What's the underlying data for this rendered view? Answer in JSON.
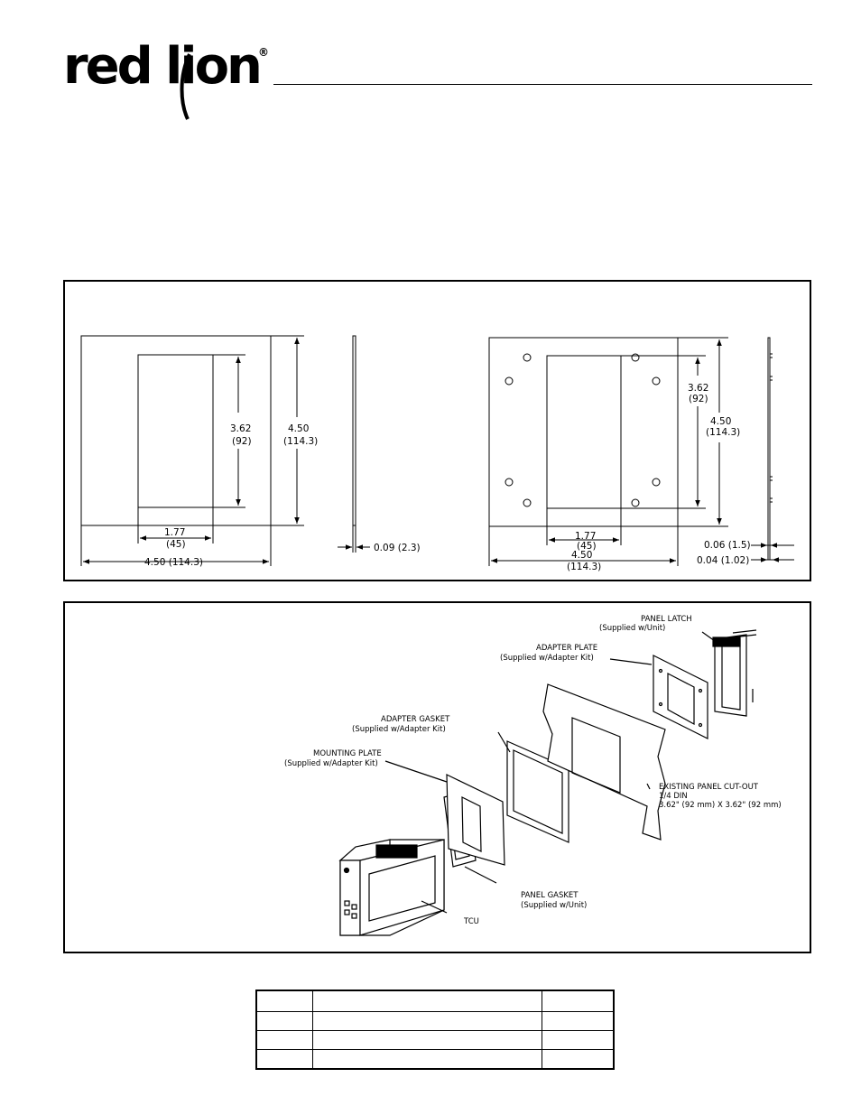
{
  "logo": {
    "text": "red lion",
    "registered_mark": "®"
  },
  "dimension_drawing": {
    "left_plate": {
      "cutout_height": "3.62",
      "cutout_height_mm": "(92)",
      "plate_height": "4.50",
      "plate_height_mm": "(114.3)",
      "cutout_width": "1.77",
      "cutout_width_mm": "(45)",
      "plate_width": "4.50  (114.3)",
      "thickness": "0.09  (2.3)"
    },
    "right_plate": {
      "cutout_height": "3.62",
      "cutout_height_mm": "(92)",
      "plate_height": "4.50",
      "plate_height_mm": "(114.3)",
      "cutout_width": "1.77",
      "cutout_width_mm": "(45)",
      "plate_width": "4.50",
      "plate_width_mm": "(114.3)",
      "thickness_1": "0.06  (1.5)",
      "thickness_2": "0.04  (1.02)"
    }
  },
  "assembly": {
    "panel_latch": {
      "title": "PANEL LATCH",
      "sub": "(Supplied w/Unit)"
    },
    "adapter_plate": {
      "title": "ADAPTER PLATE",
      "sub": "(Supplied w/Adapter Kit)"
    },
    "adapter_gasket": {
      "title": "ADAPTER GASKET",
      "sub": "(Supplied w/Adapter Kit)"
    },
    "mounting_plate": {
      "title": "MOUNTING PLATE",
      "sub": "(Supplied w/Adapter Kit)"
    },
    "panel_cutout": {
      "title": "EXISTING PANEL CUT-OUT",
      "line2": "1/4 DIN",
      "line3": "3.62\" (92 mm) X 3.62\" (92 mm)"
    },
    "panel_gasket": {
      "title": "PANEL GASKET",
      "sub": "(Supplied w/Unit)"
    },
    "tcu": "TCU"
  }
}
